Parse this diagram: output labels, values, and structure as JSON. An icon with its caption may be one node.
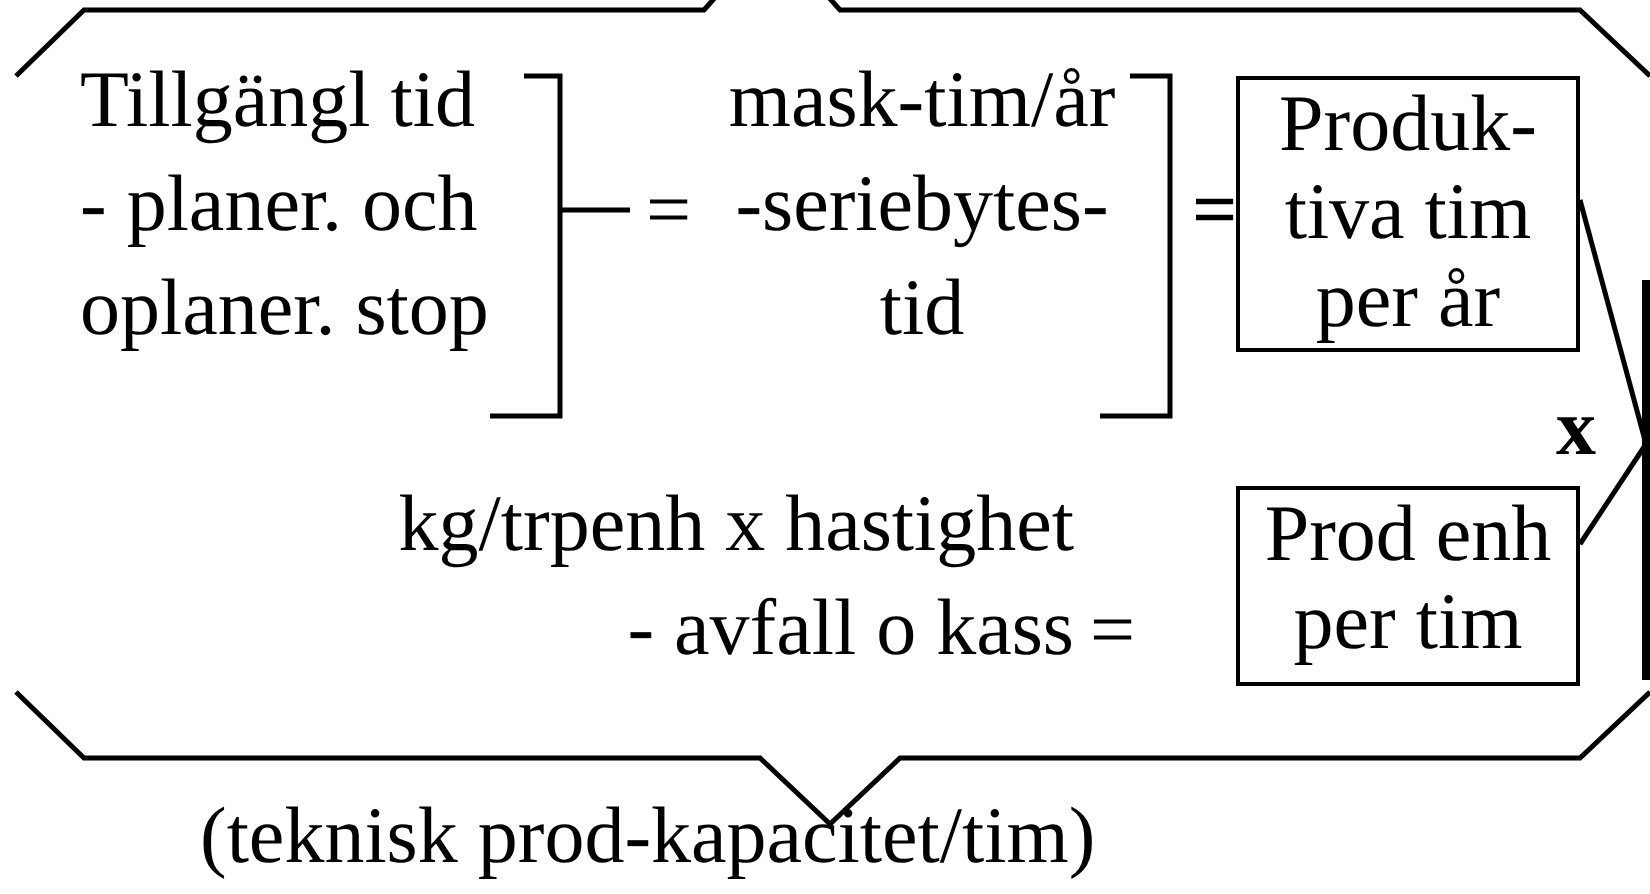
{
  "diagram": {
    "nodes": [
      {
        "text": [
          "Produk- tiva tim per år"
        ]
      },
      {
        "text": [
          "Prod enh per tim"
        ]
      },
      {
        "text": [],
        "shape": "box"
      }
    ],
    "edges": [
      {
        "from": 0,
        "to": 2,
        "arrow": "none"
      },
      {
        "from": 1,
        "to": 2,
        "arrow": "none"
      }
    ],
    "labels": [
      "Tillgängl tid - planer. och oplaner. stop",
      "=",
      "mask-tim/år -seriebytes- tid",
      "=",
      "x",
      "kg/trpenh x hastighet - avfall o kass",
      "=",
      "(teknisk prod-kapacitet/tim)"
    ]
  }
}
